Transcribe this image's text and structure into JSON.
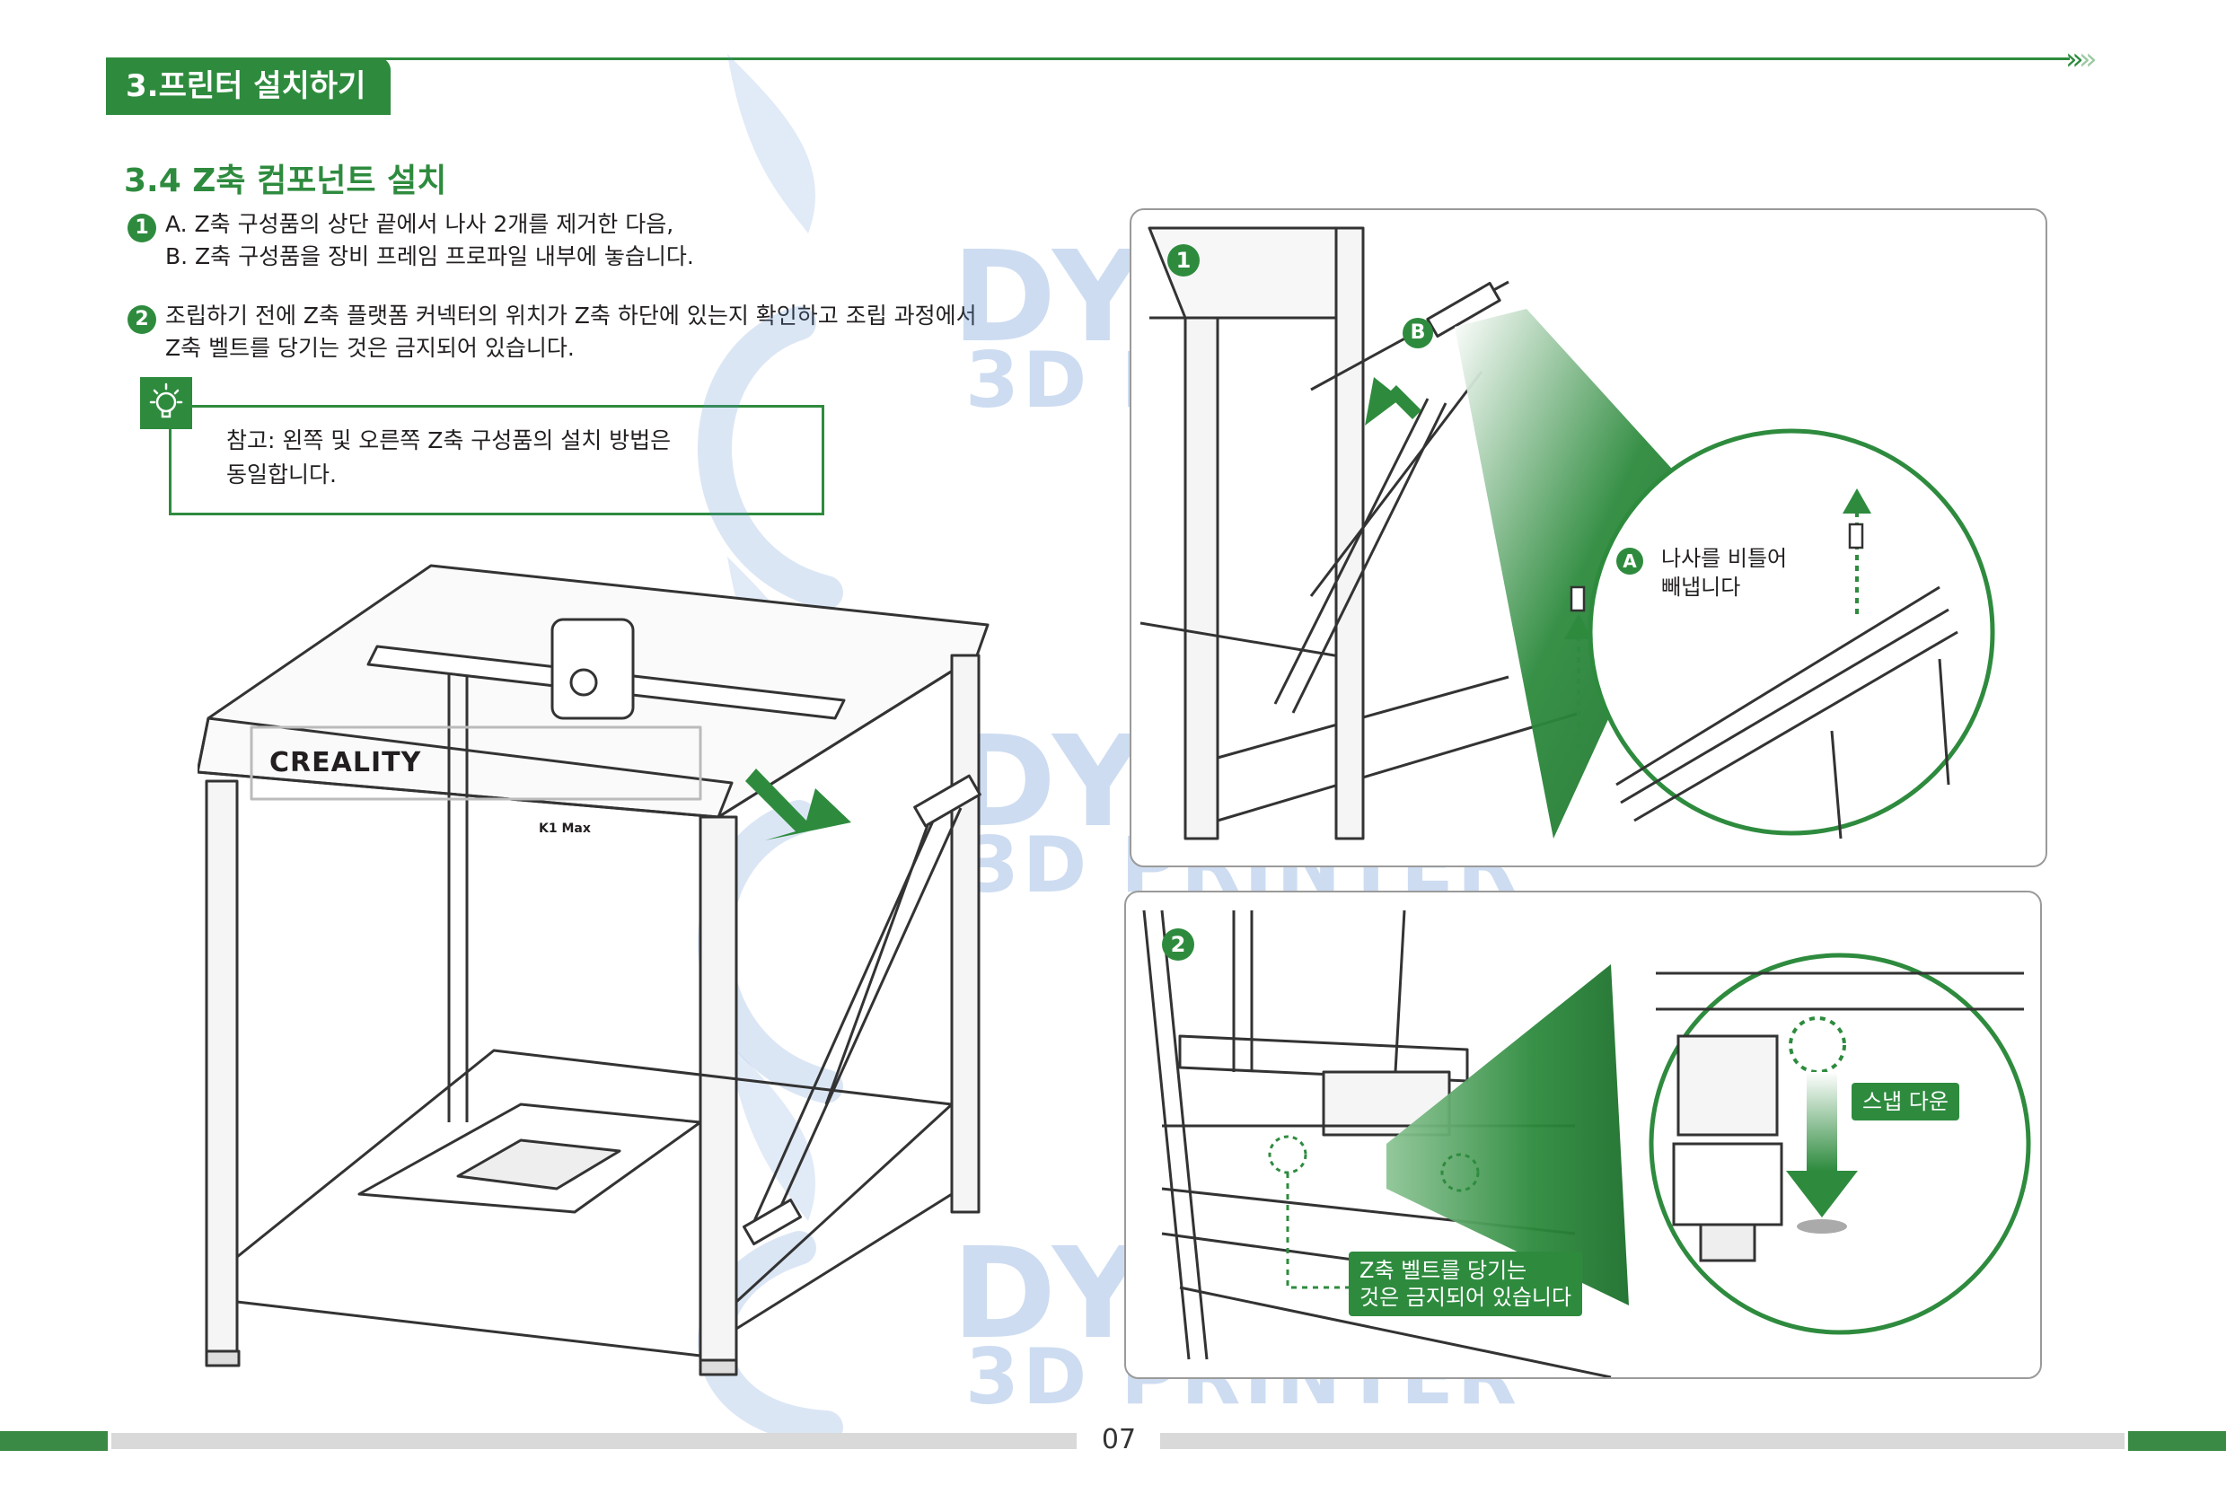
{
  "header": {
    "section_label": "3.프린터 설치하기",
    "arrows": [
      "»",
      "»"
    ]
  },
  "section": {
    "title": "3.4 Z축 컴포넌트 설치"
  },
  "steps": [
    {
      "number": "1",
      "lines": [
        "A. Z축 구성품의 상단 끝에서 나사 2개를 제거한 다음,",
        "B. Z축 구성품을 장비 프레임 프로파일 내부에 놓습니다."
      ]
    },
    {
      "number": "2",
      "lines": [
        "조립하기 전에 Z축 플랫폼 커넥터의 위치가 Z축 하단에 있는지 확인하고 조립 과정에서",
        "Z축 벨트를 당기는 것은 금지되어 있습니다."
      ]
    }
  ],
  "note": {
    "icon": "lightbulb-icon",
    "lines": [
      "참고: 왼쪽 및 오른쪽 Z축 구성품의 설치 방법은",
      "동일합니다."
    ]
  },
  "main_illustration": {
    "brand_text": "CREALITY",
    "model_text": "K1 Max"
  },
  "panel_1": {
    "number": "1",
    "marker_b": "B",
    "marker_a": "A",
    "callout_lines": [
      "나사를 비틀어",
      "빼냅니다"
    ]
  },
  "panel_2": {
    "number": "2",
    "snap_label": "스냅 다운",
    "warning_lines": [
      "Z축 벨트를 당기는",
      "것은 금지되어 있습니다"
    ]
  },
  "watermark": {
    "line1": "DYAIR",
    "line2": "3D PRINTER"
  },
  "footer": {
    "page_number": "07"
  },
  "colors": {
    "accent": "#2e8b3e",
    "footer_grey": "#d9d9d9",
    "watermark": "#5a8cd2"
  }
}
